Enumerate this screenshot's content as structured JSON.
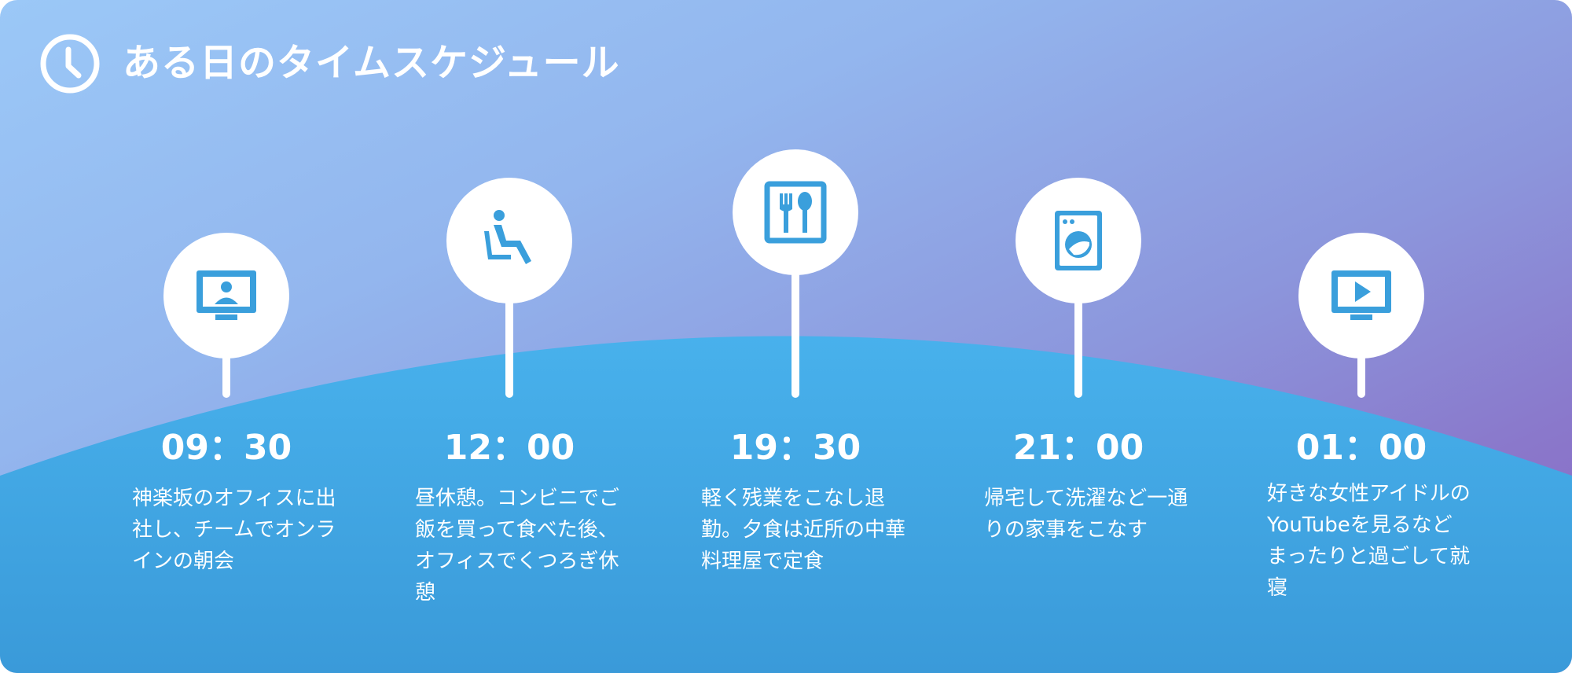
{
  "header": {
    "title": "ある日のタイムスケジュール",
    "icon": "clock-icon"
  },
  "colors": {
    "accent": "#3a9fdc",
    "wave": "#44a8e6",
    "gradient_start": "#9bc8f7",
    "gradient_end": "#8766c2"
  },
  "events": [
    {
      "time": "09：30",
      "icon": "video-conference-icon",
      "description": "神楽坂のオフィスに出社し、チームでオンラインの朝会"
    },
    {
      "time": "12：00",
      "icon": "seated-rest-icon",
      "description": "昼休憩。コンビニでご飯を買って食べた後、オフィスでくつろぎ休憩"
    },
    {
      "time": "19：30",
      "icon": "restaurant-icon",
      "description": "軽く残業をこなし退勤。夕食は近所の中華料理屋で定食"
    },
    {
      "time": "21：00",
      "icon": "washing-machine-icon",
      "description": "帰宅して洗濯など一通りの家事をこなす"
    },
    {
      "time": "01：00",
      "icon": "video-play-icon",
      "description": "好きな女性アイドルのYouTubeを見るなどまったりと過ごして就寝"
    }
  ]
}
